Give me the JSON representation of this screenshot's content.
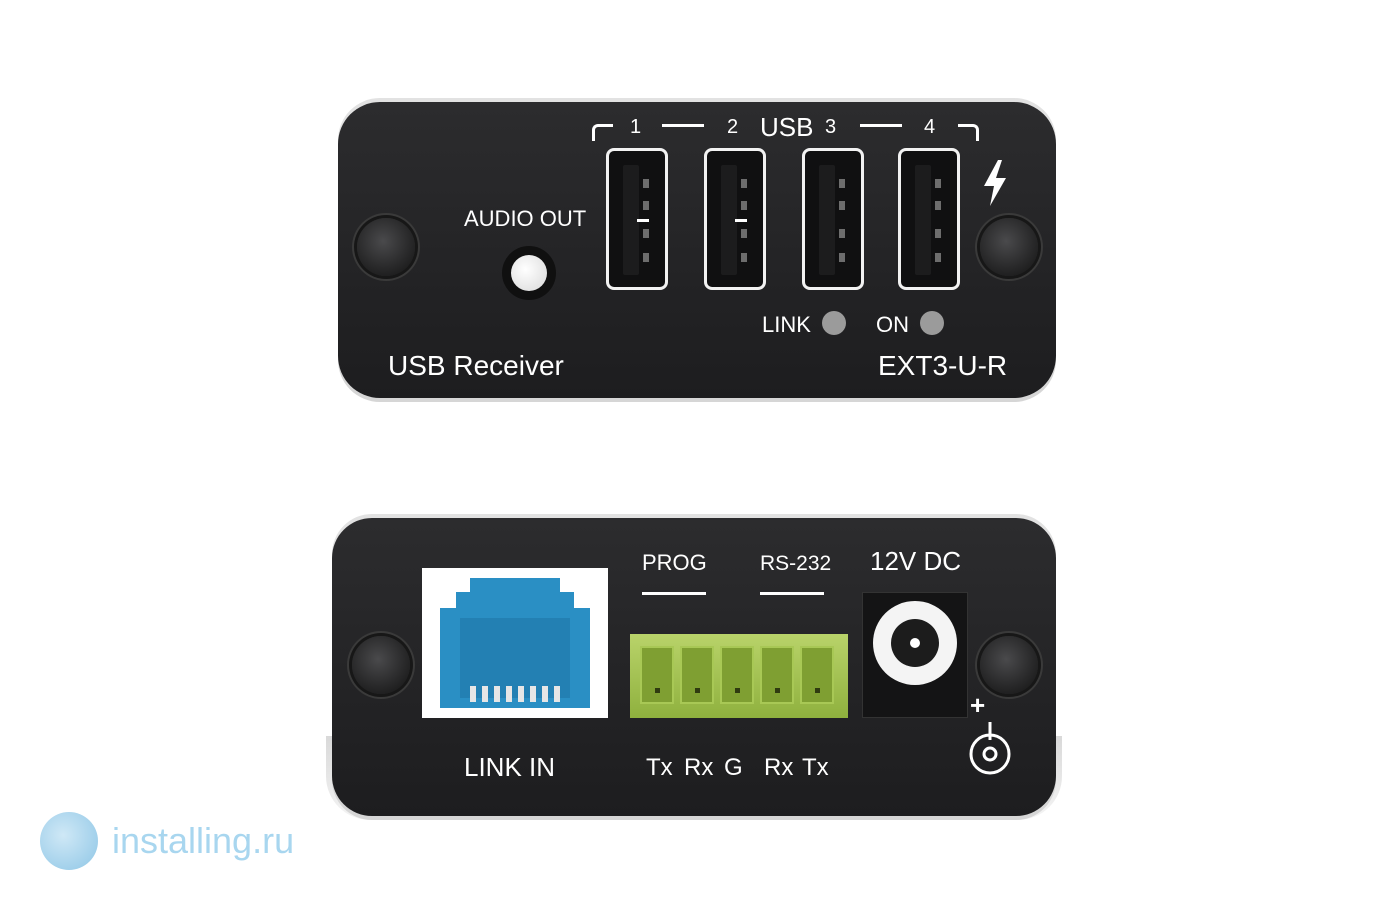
{
  "front_panel": {
    "title": "USB Receiver",
    "model": "EXT3-U-R",
    "audio_label": "AUDIO OUT",
    "usb_label": "USB",
    "port_numbers": [
      "1",
      "2",
      "3",
      "4"
    ],
    "led_link": "LINK",
    "led_on": "ON",
    "power_icon": "lightning-bolt-icon"
  },
  "rear_panel": {
    "link_in": "LINK IN",
    "prog": "PROG",
    "rs232": "RS-232",
    "dc_label": "12V DC",
    "pins": [
      "Tx",
      "Rx",
      "G",
      "Rx",
      "Tx"
    ],
    "plus": "+",
    "polarity_icon": "dc-polarity-icon"
  },
  "watermark": {
    "text": "installing.ru"
  },
  "colors": {
    "panel": "#1d1d1f",
    "rj45": "#2a8fc4",
    "terminal": "#9fc24a",
    "led": "#9b9b9b"
  }
}
